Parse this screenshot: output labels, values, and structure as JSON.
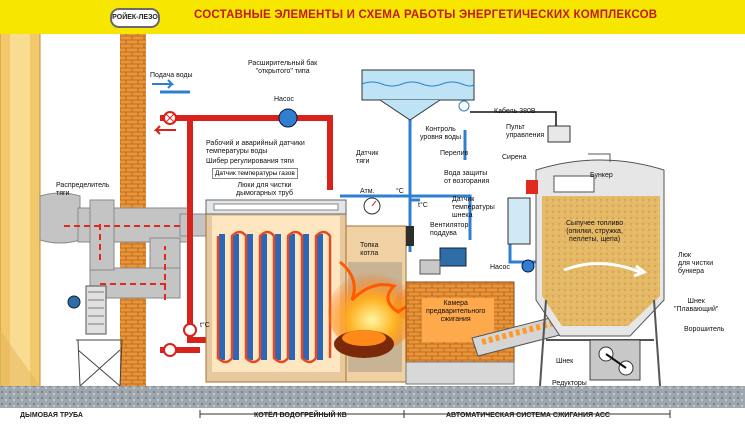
{
  "header": {
    "logo_text": "РОЙЕК-ЛЕЗО",
    "title": "СОСТАВНЫЕ ЭЛЕМЕНТЫ И СХЕМА РАБОТЫ ЭНЕРГЕТИЧЕСКИХ КОМПЛЕКСОВ"
  },
  "labels": {
    "supply_water": "Подача воды",
    "expansion_tank": "Расширительный бак\n\"открытого\" типа",
    "pump": "Насос",
    "temp_sensor_water": "Рабочий и аварийный датчики\nтемпературы воды",
    "draft_damper": "Шибер регулирования тяги",
    "gas_temp_sensor": "Датчик температуры газов",
    "cleaning_hatches": "Люки для чистки\nдымогарных труб",
    "draft_distributor": "Распределитель\nтяги",
    "draft_sensor": "Датчик\nтяги",
    "atm": "Атм.",
    "deg_c_1": "°C",
    "deg_c_2": "t°C",
    "deg_c_3": "t°C",
    "water_level_control": "Контроль\nуровня воды",
    "overflow": "Перелив",
    "cable_380": "Кабель 380В",
    "control_panel": "Пульт\nуправления",
    "siren": "Сирена",
    "backfire_water": "Вода защиты\nот возгорания",
    "temp_sensor_auger": "Датчик\nтемпературы\nшнека",
    "fan": "Вентилятор\nподдува",
    "pump2": "Насос",
    "bunker": "Бункер",
    "fuel": "Сыпучее топливо\n(опилки, стружка,\nпеллеты, щепа)",
    "bunker_hatch": "Люк\nдля чистки\nбункера",
    "floating_auger": "Шнек\n\"Плавающий\"",
    "agitator": "Ворошитель",
    "auger": "Шнек",
    "gearboxes": "Редукторы",
    "firebox": "Топка\nкотла",
    "pre_combustion": "Камера\nпредварительного\nсжигания",
    "chimney_label": "ДЫМОВАЯ ТРУБА",
    "boiler_label": "КОТЁЛ ВОДОГРЕЙНЫЙ  КВ",
    "acs_label": "АВТОМАТИЧЕСКАЯ СИСТЕМА СЖИГАНИЯ   АСС"
  },
  "colors": {
    "header_yellow": "#f7e600",
    "title_red": "#c21b17",
    "water_red": "#d8221c",
    "water_blue": "#2f7fd0",
    "brick": "#e8963a",
    "smoke_grey": "#bdbdbd",
    "fuel_sand": "#e5b866",
    "fire": "#ff7a10"
  }
}
